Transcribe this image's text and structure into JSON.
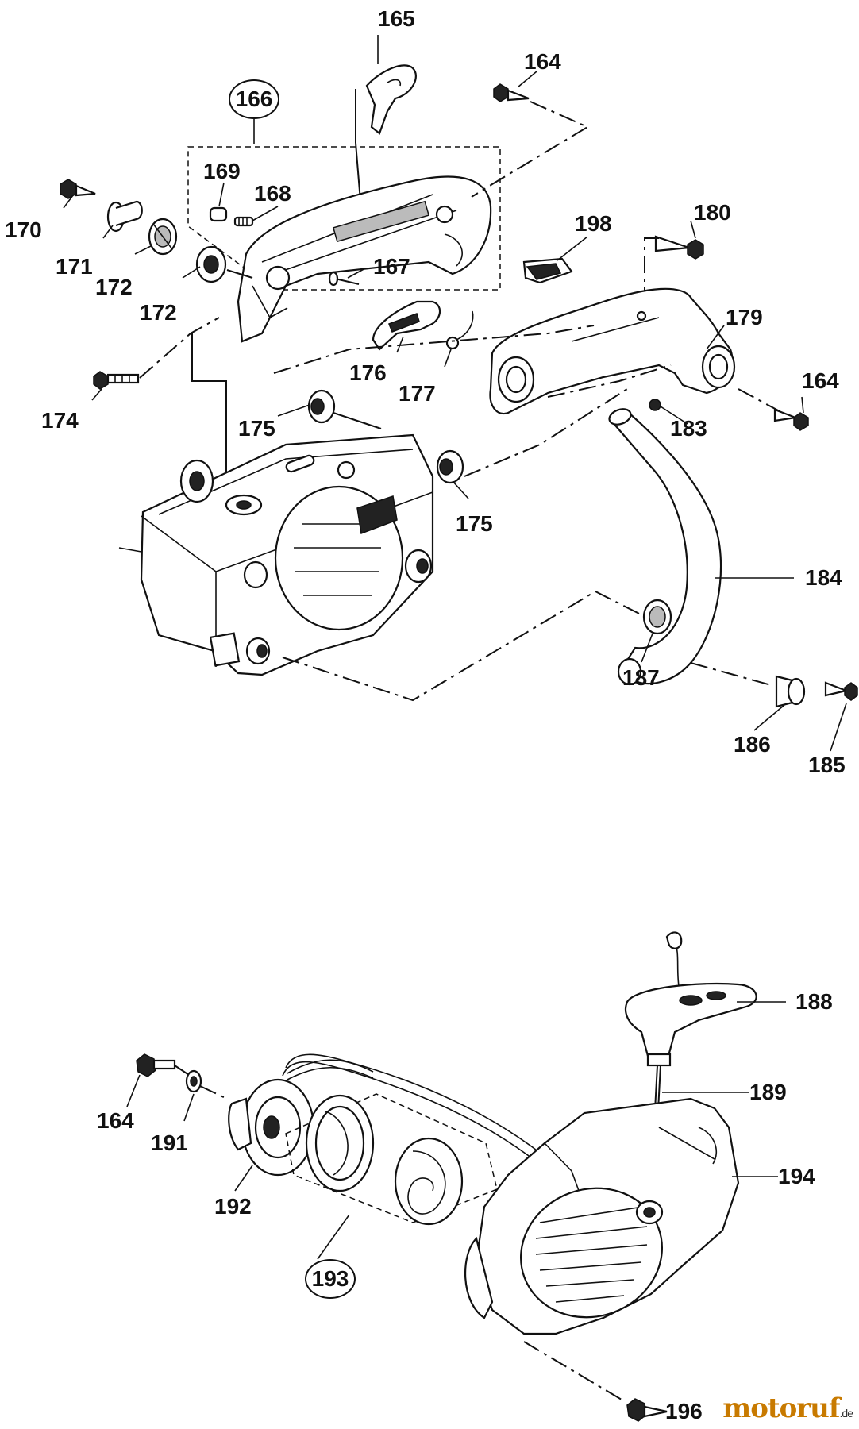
{
  "diagram": {
    "callouts": {
      "c165": "165",
      "c164a": "164",
      "c166": "166",
      "c169": "169",
      "c168": "168",
      "c170": "170",
      "c171": "171",
      "c172a": "172",
      "c172b": "172",
      "c167": "167",
      "c198": "198",
      "c180": "180",
      "c179": "179",
      "c176": "176",
      "c177": "177",
      "c174": "174",
      "c175a": "175",
      "c175b": "175",
      "c164b": "164",
      "c183": "183",
      "c184": "184",
      "c187": "187",
      "c186": "186",
      "c185": "185",
      "c188": "188",
      "c164c": "164",
      "c189": "189",
      "c191": "191",
      "c194": "194",
      "c192": "192",
      "c193": "193",
      "c196": "196"
    },
    "watermark": {
      "main": "motoruf",
      "suffix": ".de"
    }
  }
}
